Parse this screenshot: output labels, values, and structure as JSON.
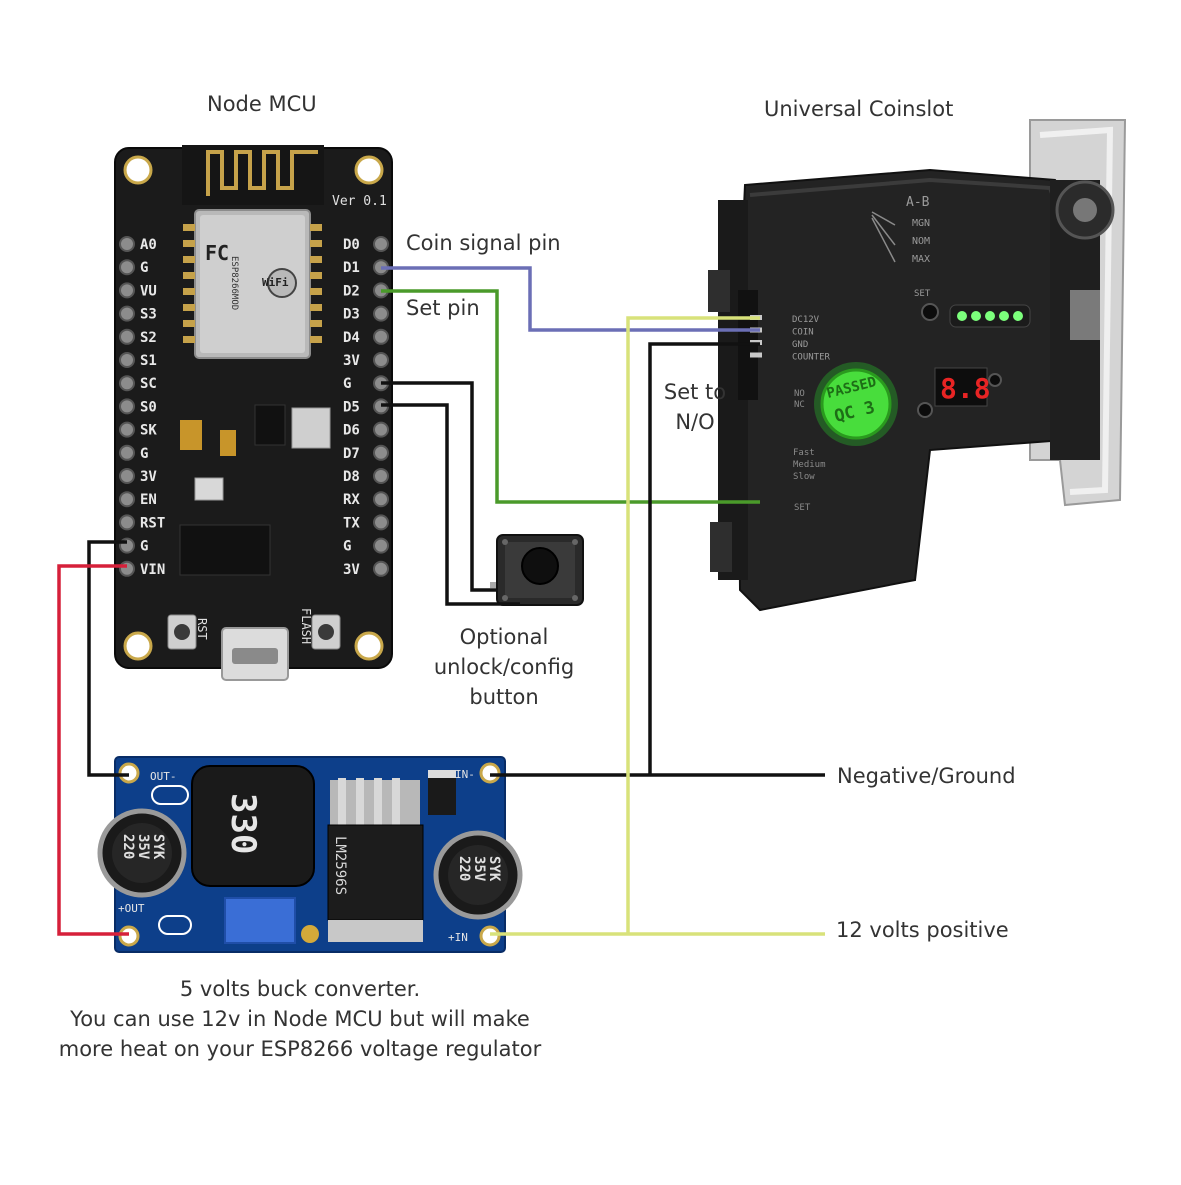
{
  "titles": {
    "nodemcu": "Node MCU",
    "coinslot": "Universal Coinslot"
  },
  "labels": {
    "coin_signal": "Coin signal pin",
    "set_pin": "Set pin",
    "set_no_line1": "Set to",
    "set_no_line2": "N/O",
    "button_line1": "Optional",
    "button_line2": "unlock/config",
    "button_line3": "button",
    "ground": "Negative/Ground",
    "positive": "12 volts positive",
    "buck_line1": "5 volts buck converter.",
    "buck_line2": "You can use 12v in Node MCU but will make",
    "buck_line3": "more heat on your ESP8266 voltage regulator"
  },
  "nodemcu_board": {
    "version": "Ver 0.1",
    "module_brand": "FC",
    "module_model": "ESP8266MOD",
    "wifi_logo": "WiFi",
    "left_pins": [
      "A0",
      "G",
      "VU",
      "S3",
      "S2",
      "S1",
      "SC",
      "S0",
      "SK",
      "G",
      "3V",
      "EN",
      "RST",
      "G",
      "VIN"
    ],
    "right_pins": [
      "D0",
      "D1",
      "D2",
      "D3",
      "D4",
      "3V",
      "G",
      "D5",
      "D6",
      "D7",
      "D8",
      "RX",
      "TX",
      "G",
      "3V"
    ],
    "rst_label": "RST",
    "flash_label": "FLASH"
  },
  "coinslot_device": {
    "header_pins": [
      "DC12V",
      "COIN",
      "GND",
      "COUNTER"
    ],
    "no_nc": [
      "NO",
      "NC"
    ],
    "speed": [
      "Fast",
      "Medium",
      "Slow"
    ],
    "set_label": "SET",
    "mode_label": "A-B",
    "modes": [
      "MGN",
      "NOM",
      "MAX"
    ],
    "badge_line1": "PASSED",
    "badge_line2": "QC 3",
    "display": "8.8"
  },
  "buck_board": {
    "inductor": "330",
    "cap_left": [
      "220",
      "35V",
      "SYK"
    ],
    "cap_right": [
      "220",
      "35V",
      "SYK"
    ],
    "ic": "LM2596S",
    "pad_out_minus": "OUT-",
    "pad_out_plus": "+OUT",
    "pad_in_minus": "IN-",
    "pad_in_plus": "+IN"
  },
  "colors": {
    "coin_wire": "#6b6fb5",
    "set_wire": "#4a9a2a",
    "ground_wire": "#111111",
    "power_12v_wire": "#d8e27a",
    "power_5v_wire": "#d6203a",
    "board_black": "#1b1b1b",
    "buck_blue": "#0d3f8a"
  }
}
